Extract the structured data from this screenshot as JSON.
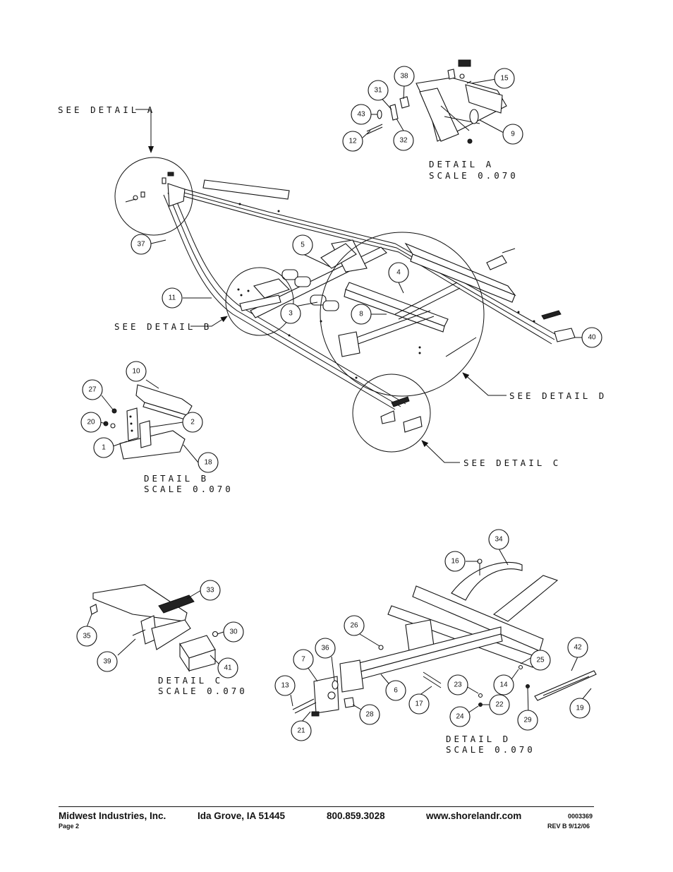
{
  "callouts": {
    "see_a": "SEE DETAIL A",
    "see_b": "SEE DETAIL B",
    "see_c": "SEE DETAIL C",
    "see_d": "SEE DETAIL D"
  },
  "details": {
    "a": {
      "title": "DETAIL A",
      "scale": "SCALE 0.070"
    },
    "b": {
      "title": "DETAIL B",
      "scale": "SCALE 0.070"
    },
    "c": {
      "title": "DETAIL C",
      "scale": "SCALE 0.070"
    },
    "d": {
      "title": "DETAIL D",
      "scale": "SCALE 0.070"
    }
  },
  "balloons": {
    "b1": "1",
    "b2": "2",
    "b3": "3",
    "b4": "4",
    "b5": "5",
    "b6": "6",
    "b7": "7",
    "b8": "8",
    "b9": "9",
    "b10": "10",
    "b11": "11",
    "b12": "12",
    "b13": "13",
    "b14": "14",
    "b15": "15",
    "b16": "16",
    "b17": "17",
    "b18": "18",
    "b19": "19",
    "b20": "20",
    "b21": "21",
    "b22": "22",
    "b23": "23",
    "b24": "24",
    "b25": "25",
    "b26": "26",
    "b27": "27",
    "b28": "28",
    "b29": "29",
    "b30": "30",
    "b31": "31",
    "b32": "32",
    "b33": "33",
    "b34": "34",
    "b35": "35",
    "b36": "36",
    "b37": "37",
    "b38": "38",
    "b39": "39",
    "b40": "40",
    "b41": "41",
    "b42": "42",
    "b43": "43"
  },
  "footer": {
    "company": "Midwest Industries, Inc.",
    "location": "Ida Grove, IA  51445",
    "phone": "800.859.3028",
    "website": "www.shorelandr.com",
    "page": "Page 2",
    "doc_number": "0003369",
    "revision": "REV B  9/12/06"
  }
}
